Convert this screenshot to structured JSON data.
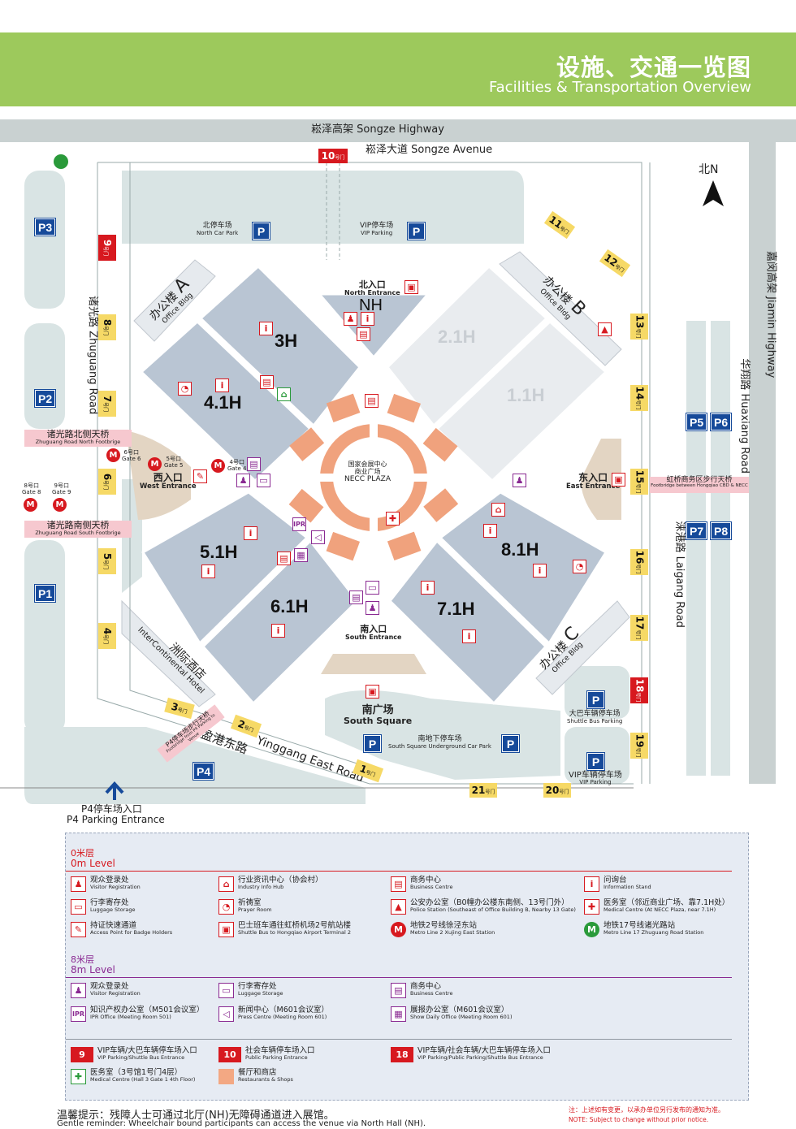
{
  "header": {
    "title_cn": "设施、交通一览图",
    "title_en": "Facilities & Transportation Overview"
  },
  "roads": {
    "songze_highway": "崧泽高架  Songze Highway",
    "songze_avenue": "崧泽大道  Songze Avenue",
    "jiamin_highway": "嘉闵高架 Jiamin Highway",
    "huaxiang_road": "华翔路 Huaxiang Road",
    "zhuguang_road": "诸光路 Zhuguang Road",
    "laigang_road": "涞港路 Laigang Road",
    "yinggang_road_cn": "盈港东路",
    "yinggang_road_en": "Yinggang East Road"
  },
  "compass": {
    "label": "北N"
  },
  "halls": [
    "3H",
    "4.1H",
    "5.1H",
    "6.1H",
    "7.1H",
    "8.1H",
    "2.1H",
    "1.1H",
    "NH"
  ],
  "plaza": {
    "cn1": "国家会展中心",
    "cn2": "商业广场",
    "en": "NECC PLAZA"
  },
  "entrances": {
    "north": {
      "cn": "北入口",
      "en": "North Entrance"
    },
    "south": {
      "cn": "南入口",
      "en": "South Entrance"
    },
    "west": {
      "cn": "西入口",
      "en": "West Entrance"
    },
    "east": {
      "cn": "东入口",
      "en": "East Entrance"
    }
  },
  "buildings": {
    "office_a": {
      "cn": "办公楼",
      "en": "Office Bldg",
      "letter": "A"
    },
    "office_b": {
      "cn": "办公楼",
      "en": "Office Bldg",
      "letter": "B"
    },
    "office_c": {
      "cn": "办公楼",
      "en": "Office Bldg",
      "letter": "C"
    },
    "hotel": {
      "cn": "洲际酒店",
      "en": "InterContinental Hotel"
    }
  },
  "parking": {
    "north": {
      "cn": "北停车场",
      "en": "North Car Park"
    },
    "vip_north": {
      "cn": "VIP停车场",
      "en": "VIP Parking"
    },
    "south_underground": {
      "cn": "南地下停车场",
      "en": "South Square Underground Car Park"
    },
    "shuttle": {
      "cn": "大巴车辆停车场",
      "en": "Shuttle Bus Parking"
    },
    "vip": {
      "cn": "VIP车辆停车场",
      "en": "VIP Parking"
    },
    "p4_entrance": {
      "cn": "P4停车场入口",
      "en": "P4 Parking Entrance"
    },
    "labels": [
      "P1",
      "P2",
      "P3",
      "P4",
      "P5",
      "P6",
      "P7",
      "P8"
    ],
    "p": "P"
  },
  "south_square": {
    "cn": "南广场",
    "en": "South Square"
  },
  "bridges": {
    "north": {
      "cn": "诸光路北侧天桥",
      "en": "Zhuguang Road North Footbrige"
    },
    "south": {
      "cn": "诸光路南侧天桥",
      "en": "Zhuguang Road South Footbrige"
    },
    "east": {
      "cn": "虹桥商务区步行天桥",
      "en": "Footbridge between Hongqiao CBD & NECC"
    },
    "p4": {
      "cn": "P4停车场步行天桥",
      "en": "Footbridge from P4 Parking to Venue"
    }
  },
  "metro_gates": [
    {
      "cn": "4号口",
      "en": "Gate 4"
    },
    {
      "cn": "5号口",
      "en": "Gate 5"
    },
    {
      "cn": "6号口",
      "en": "Gate 6"
    },
    {
      "cn": "8号口",
      "en": "Gate 8"
    },
    {
      "cn": "9号口",
      "en": "Gate 9"
    }
  ],
  "gate_suffix": "号门",
  "gates": [
    "1",
    "2",
    "3",
    "4",
    "5",
    "6",
    "7",
    "8",
    "9",
    "10",
    "11",
    "12",
    "13",
    "14",
    "15",
    "16",
    "17",
    "18",
    "19",
    "20",
    "21"
  ],
  "legend": {
    "level0": {
      "cn": "0米层",
      "en": "0m Level",
      "color": "#d7191f",
      "items": [
        {
          "icon": "visitor-registration-icon",
          "glyph": "👥",
          "cn": "观众登录处",
          "en": "Visitor Registration"
        },
        {
          "icon": "industry-info-hub-icon",
          "glyph": "⌂",
          "cn": "行业资讯中心（协会村）",
          "en": "Industry Info Hub"
        },
        {
          "icon": "business-centre-icon",
          "glyph": "▤",
          "cn": "商务中心",
          "en": "Business Centre"
        },
        {
          "icon": "information-stand-icon",
          "glyph": "i",
          "cn": "问询台",
          "en": "Information Stand"
        },
        {
          "icon": "luggage-storage-icon",
          "glyph": "▭",
          "cn": "行李寄存处",
          "en": "Luggage Storage"
        },
        {
          "icon": "prayer-room-icon",
          "glyph": "◔",
          "cn": "祈祷室",
          "en": "Prayer Room"
        },
        {
          "icon": "police-station-icon",
          "glyph": "▲",
          "cn": "公安办公室（B0幢办公楼东南侧、13号门外）",
          "en": "Police Station (Southeast of Office Building B, Nearby 13 Gate)"
        },
        {
          "icon": "medical-centre-icon",
          "glyph": "✚",
          "cn": "医务室（邻近商业广场、靠7.1H处）",
          "en": "Medical Centre (At NECC Plaza, near 7.1H)"
        },
        {
          "icon": "badge-access-icon",
          "glyph": "✎",
          "cn": "持证快速通道",
          "en": "Access Point for Badge Holders"
        },
        {
          "icon": "shuttle-bus-icon",
          "glyph": "▣",
          "cn": "巴士班车通往虹桥机场2号航站楼",
          "en": "Shuttle Bus to Hongqiao Airport Terminal 2"
        },
        {
          "icon": "metro-line2-icon",
          "glyph": "M",
          "cn": "地铁2号线徐泾东站",
          "en": "Metro Line 2 Xujing East Station"
        },
        {
          "icon": "metro-line17-icon",
          "glyph": "M",
          "cn": "地铁17号线诸光路站",
          "en": "Metro Line 17 Zhuguang Road Station"
        }
      ]
    },
    "level8": {
      "cn": "8米层",
      "en": "8m Level",
      "color": "#8a2a92",
      "items": [
        {
          "icon": "visitor-registration-icon",
          "glyph": "👥",
          "cn": "观众登录处",
          "en": "Visitor Registration"
        },
        {
          "icon": "luggage-storage-icon",
          "glyph": "▭",
          "cn": "行李寄存处",
          "en": "Luggage Storage"
        },
        {
          "icon": "business-centre-icon",
          "glyph": "▤",
          "cn": "商务中心",
          "en": "Business Centre"
        },
        {
          "icon": "ipr-office-icon",
          "glyph": "IPR",
          "cn": "知识产权办公室（M501会议室）",
          "en": "IPR Office (Meeting Room 501)"
        },
        {
          "icon": "press-centre-icon",
          "glyph": "◁",
          "cn": "新闻中心（M601会议室）",
          "en": "Press Centre (Meeting Room 601)"
        },
        {
          "icon": "show-daily-icon",
          "glyph": "▦",
          "cn": "展报办公室（M601会议室）",
          "en": "Show Daily Office (Meeting Room 601)"
        }
      ]
    },
    "other": [
      {
        "icon": "gate-9-icon",
        "glyph": "9号门",
        "cn": "VIP车辆/大巴车辆停车场入口",
        "en": "VIP Parking/Shuttle Bus Entrance"
      },
      {
        "icon": "gate-10-icon",
        "glyph": "10号门",
        "cn": "社会车辆停车场入口",
        "en": "Public Parking Entrance"
      },
      {
        "icon": "gate-18-icon",
        "glyph": "18号门",
        "cn": "VIP车辆/社会车辆/大巴车辆停车场入口",
        "en": "VIP Parking/Public Parking/Shuttle Bus Entrance"
      },
      {
        "icon": "medical-centre-green-icon",
        "glyph": "✚",
        "cn": "医务室（3号馆1号门4层）",
        "en": "Medical Centre (Hall 3 Gate 1 4th Floor)"
      },
      {
        "icon": "restaurants-icon",
        "glyph": "",
        "cn": "餐厅和商店",
        "en": "Restaurants & Shops"
      }
    ]
  },
  "footer": {
    "reminder_cn": "温馨提示：残障人士可通过北厅(NH)无障碍通道进入展馆。",
    "reminder_en": "Gentle reminder: Wheelchair bound participants can access the venue via North Hall (NH).",
    "note_cn": "注：上述如有变更，以承办单位另行发布的通知为准。",
    "note_en": "NOTE:  Subject to change without prior notice."
  },
  "colors": {
    "header": "#9dc95c",
    "hall": "#b9c5d3",
    "hall_light": "#e9ecef",
    "plaza": "#f0a27d",
    "gate": "#f6d966",
    "gate_red": "#d7191f",
    "parking": "#164a9a",
    "area": "#d9e4e4"
  }
}
